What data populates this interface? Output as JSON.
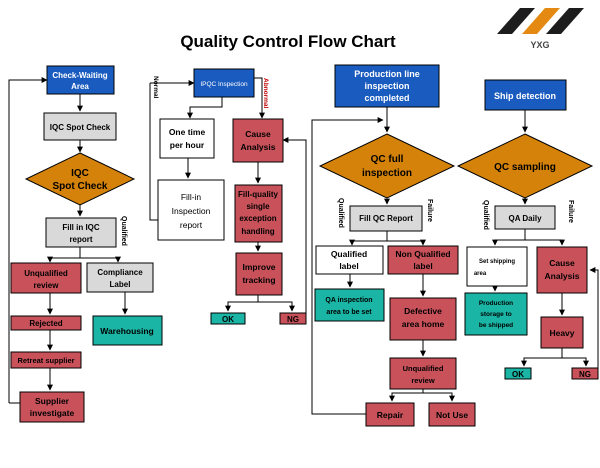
{
  "title": "Quality Control Flow Chart",
  "logo_text": "YXG",
  "colors": {
    "blue": "#1a5bbf",
    "gray": "#d9d9d9",
    "red": "#c9525a",
    "teal": "#1ab5a4",
    "diamond": "#d4820a",
    "line": "#000000"
  },
  "col1": {
    "checkWaiting": [
      "Check-Waiting",
      "Area"
    ],
    "iqcSpot": "IQC Spot Check",
    "iqcDiamond": [
      "IQC",
      "Spot Check"
    ],
    "fillReport": [
      "Fill in IQC",
      "report"
    ],
    "qualified": "Qualified",
    "unqualified": [
      "Unqualified",
      "review"
    ],
    "compliance": [
      "Compliance",
      "Label"
    ],
    "rejected": "Rejected",
    "warehousing": "Warehousing",
    "retreat": "Retreat supplier",
    "supplier": [
      "Supplier",
      "investigate"
    ]
  },
  "col2": {
    "ipqc": "IPQC Inspection",
    "normal": "Normal",
    "abnormal": "Abnormal",
    "oneTime": [
      "One time",
      "per hour"
    ],
    "causeAnalysis": [
      "Cause",
      "Analysis"
    ],
    "fillIn": [
      "Fill-in",
      "Inspection",
      "report"
    ],
    "fillQuality": [
      "Fill-quality",
      "single",
      "exception",
      "handling"
    ],
    "improve": [
      "Improve",
      "tracking"
    ],
    "ok": "OK",
    "ng": "NG"
  },
  "col3": {
    "production": [
      "Production line",
      "inspection",
      "completed"
    ],
    "qcFull": [
      "QC full",
      "inspection"
    ],
    "qualified": "Qualified",
    "failure": "Failure",
    "fillQc": "Fill QC Report",
    "qualifiedLabel": [
      "Qualified",
      "label"
    ],
    "nonQualified": [
      "Non Qualified",
      "label"
    ],
    "qaInspection": [
      "QA inspection",
      "area to be set"
    ],
    "defective": [
      "Defective",
      "area home"
    ],
    "unqualified": [
      "Unqualified",
      "review"
    ],
    "repair": "Repair",
    "notUse": "Not Use"
  },
  "col4": {
    "ship": "Ship detection",
    "qcSampling": "QC sampling",
    "qualified": "Qualified",
    "failure": "Failure",
    "qaDaily": "QA Daily",
    "setShipping": [
      "Set shipping",
      "area"
    ],
    "cause": [
      "Cause",
      "Analysis"
    ],
    "production": [
      "Production",
      "storage to",
      "be shipped"
    ],
    "heavy": "Heavy",
    "ok": "OK",
    "ng": "NG"
  }
}
